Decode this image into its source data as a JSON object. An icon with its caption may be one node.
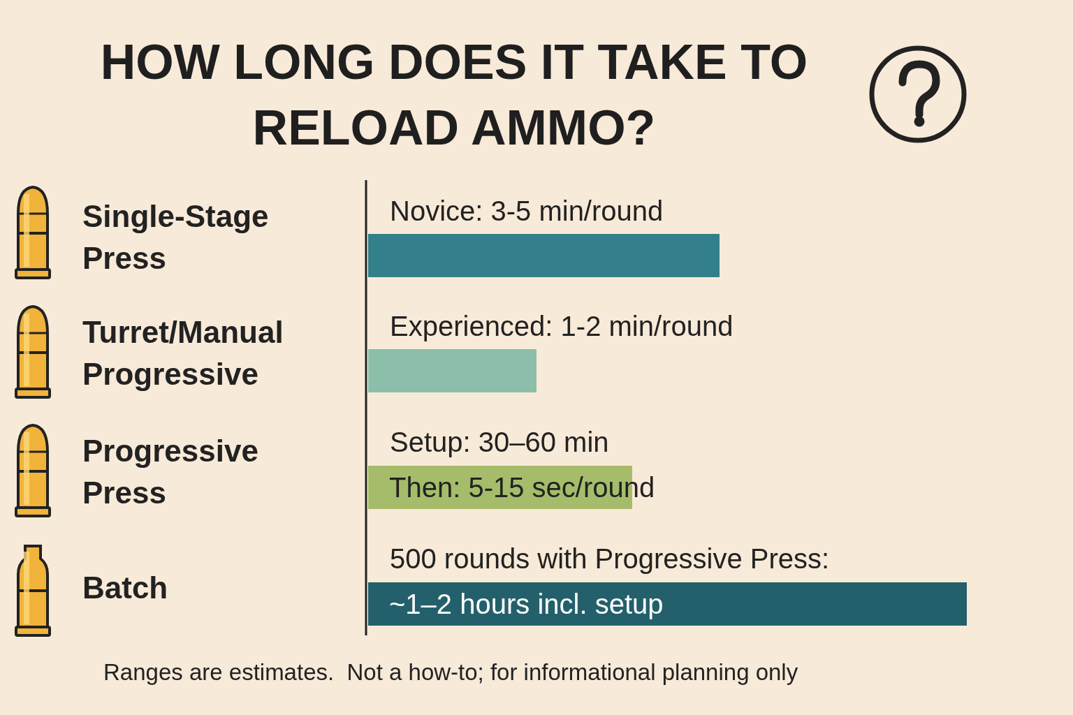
{
  "diagram": {
    "title": "HOW LONG DOES IT TAKE TO RELOAD AMMO?",
    "caption": "Ranges are estimates.  Not a how-to; for informational planning only",
    "nodes": [
      {
        "text": [],
        "shape": "bar",
        "beside": [
          "Novice: 3-5 min/round"
        ]
      },
      {
        "text": [],
        "shape": "bar",
        "beside": [
          "Experienced: 1-2 min/round"
        ]
      },
      {
        "text": [
          "Then: 5-15 sec/round"
        ],
        "beside": [
          "Setup: 30–60 min"
        ]
      },
      {
        "text": [
          "~1–2 hours incl. setup"
        ],
        "beside": [
          "500 rounds with Progressive Press:"
        ]
      }
    ],
    "labels": [
      "Single-Stage Press",
      "Turret/Manual Progressive",
      "Progressive Press",
      "Batch"
    ]
  }
}
